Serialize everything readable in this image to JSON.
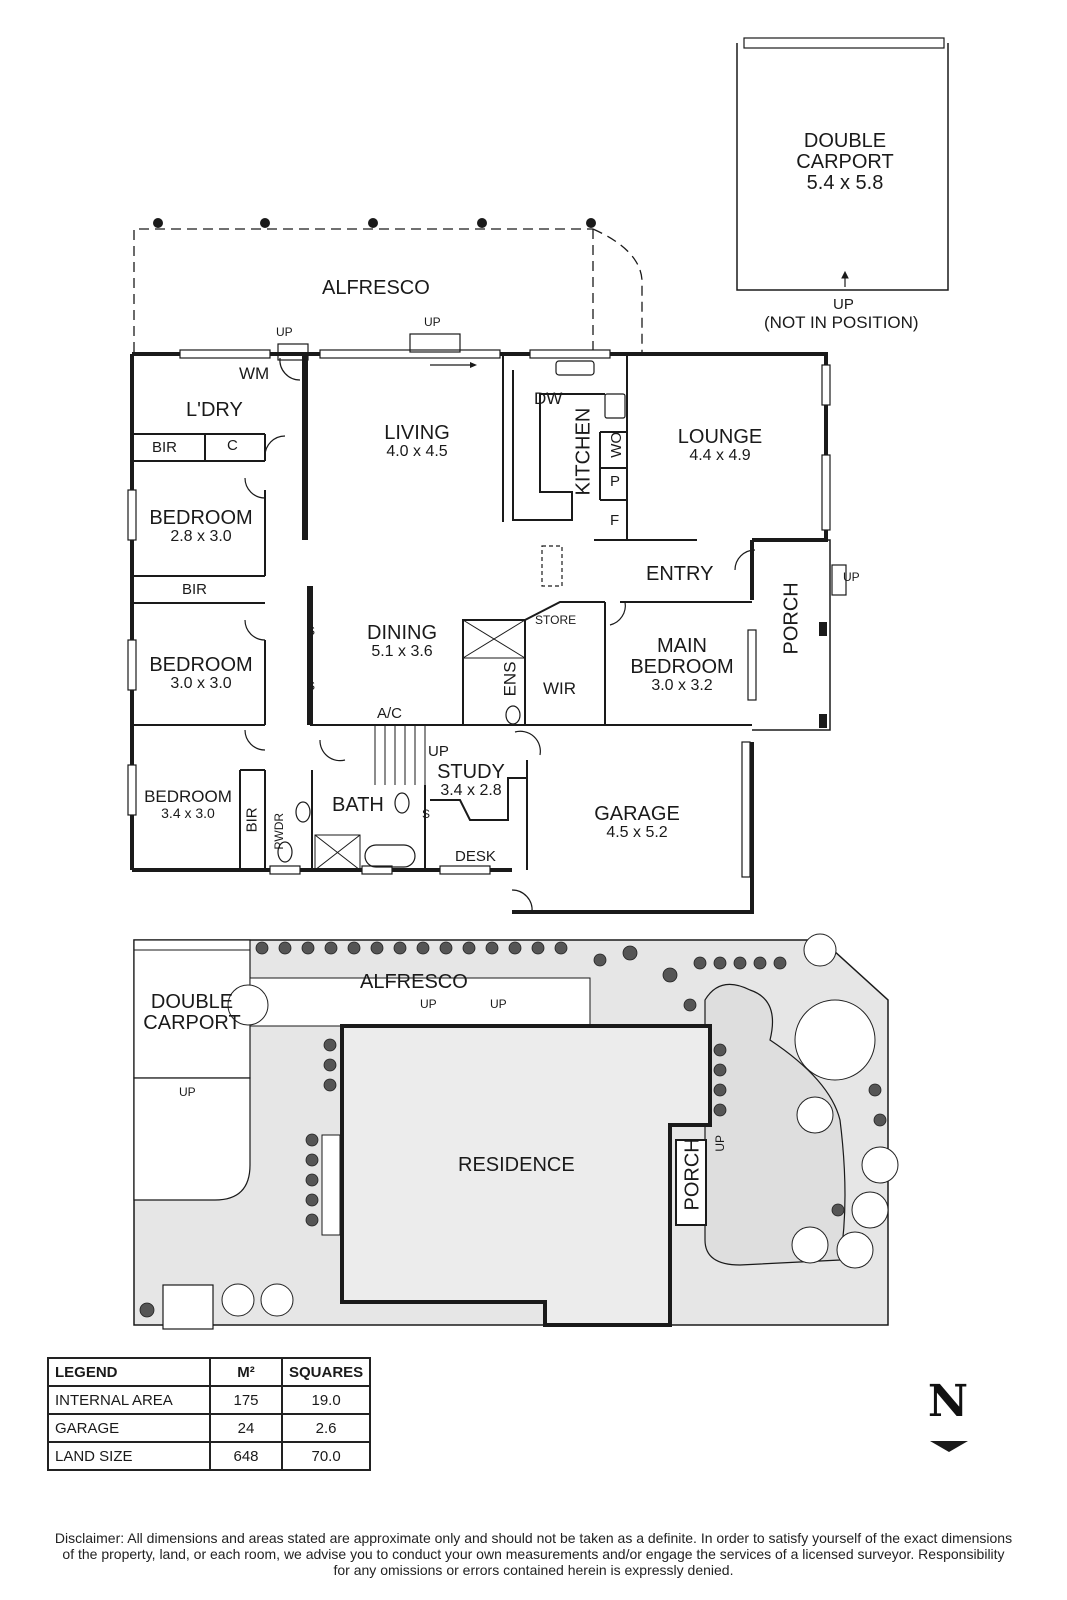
{
  "floorplan": {
    "rooms": {
      "alfresco": {
        "name": "ALFRESCO"
      },
      "double_carport": {
        "name_line1": "DOUBLE",
        "name_line2": "CARPORT",
        "dims": "5.4 x 5.8",
        "up": "UP",
        "note": "(NOT IN POSITION)"
      },
      "laundry": {
        "name": "L'DRY",
        "wm": "WM"
      },
      "bir1": "BIR",
      "cupboard": "C",
      "living": {
        "name": "LIVING",
        "dims": "4.0 x 4.5"
      },
      "kitchen": {
        "name": "KITCHEN",
        "dw": "DW",
        "wo": "WO",
        "p": "P",
        "f": "F"
      },
      "lounge": {
        "name": "LOUNGE",
        "dims": "4.4 x 4.9"
      },
      "bedroom1": {
        "name": "BEDROOM",
        "dims": "2.8 x 3.0"
      },
      "bir2": "BIR",
      "entry": {
        "name": "ENTRY"
      },
      "porch": {
        "name": "PORCH",
        "up": "UP"
      },
      "bedroom2": {
        "name": "BEDROOM",
        "dims": "3.0 x 3.0"
      },
      "dining": {
        "name": "DINING",
        "dims": "5.1 x 3.6",
        "s": "S"
      },
      "store": "STORE",
      "ens": "ENS",
      "wir": "WIR",
      "main_bedroom": {
        "name_line1": "MAIN",
        "name_line2": "BEDROOM",
        "dims": "3.0 x 3.2"
      },
      "ac": "A/C",
      "stair_up": "UP",
      "bedroom3": {
        "name": "BEDROOM",
        "dims": "3.4 x 3.0"
      },
      "bir3": "BIR",
      "pwdr": "PWDR",
      "bath": {
        "name": "BATH"
      },
      "study": {
        "name": "STUDY",
        "dims": "3.4 x 2.8",
        "s": "S",
        "desk": "DESK"
      },
      "garage": {
        "name": "GARAGE",
        "dims": "4.5 x 5.2"
      },
      "up_laundry": "UP",
      "up_living": "UP"
    }
  },
  "siteplan": {
    "alfresco": "ALFRESCO",
    "double_carport_line1": "DOUBLE",
    "double_carport_line2": "CARPORT",
    "carport_up": "UP",
    "residence": "RESIDENCE",
    "porch": "PORCH",
    "up1": "UP",
    "up2": "UP",
    "up3": "UP"
  },
  "legend": {
    "headers": [
      "LEGEND",
      "M²",
      "SQUARES"
    ],
    "rows": [
      {
        "label": "INTERNAL AREA",
        "m2": "175",
        "squares": "19.0"
      },
      {
        "label": "GARAGE",
        "m2": "24",
        "squares": "2.6"
      },
      {
        "label": "LAND SIZE",
        "m2": "648",
        "squares": "70.0"
      }
    ]
  },
  "north": {
    "letter": "N"
  },
  "disclaimer": {
    "line1": "Disclaimer: All dimensions and areas stated are approximate only and should not be taken as a definite. In order to satisfy yourself of the exact dimensions",
    "line2": "of the property, land, or each room, we advise you to conduct your own measurements and/or engage the services of a licensed surveyor. Responsibility",
    "line3": "for any omissions or errors contained herein is expressly denied."
  },
  "colors": {
    "wall": "#1a1a1a",
    "site_fill": "#e6e6e6",
    "residence_fill": "#ececec"
  }
}
